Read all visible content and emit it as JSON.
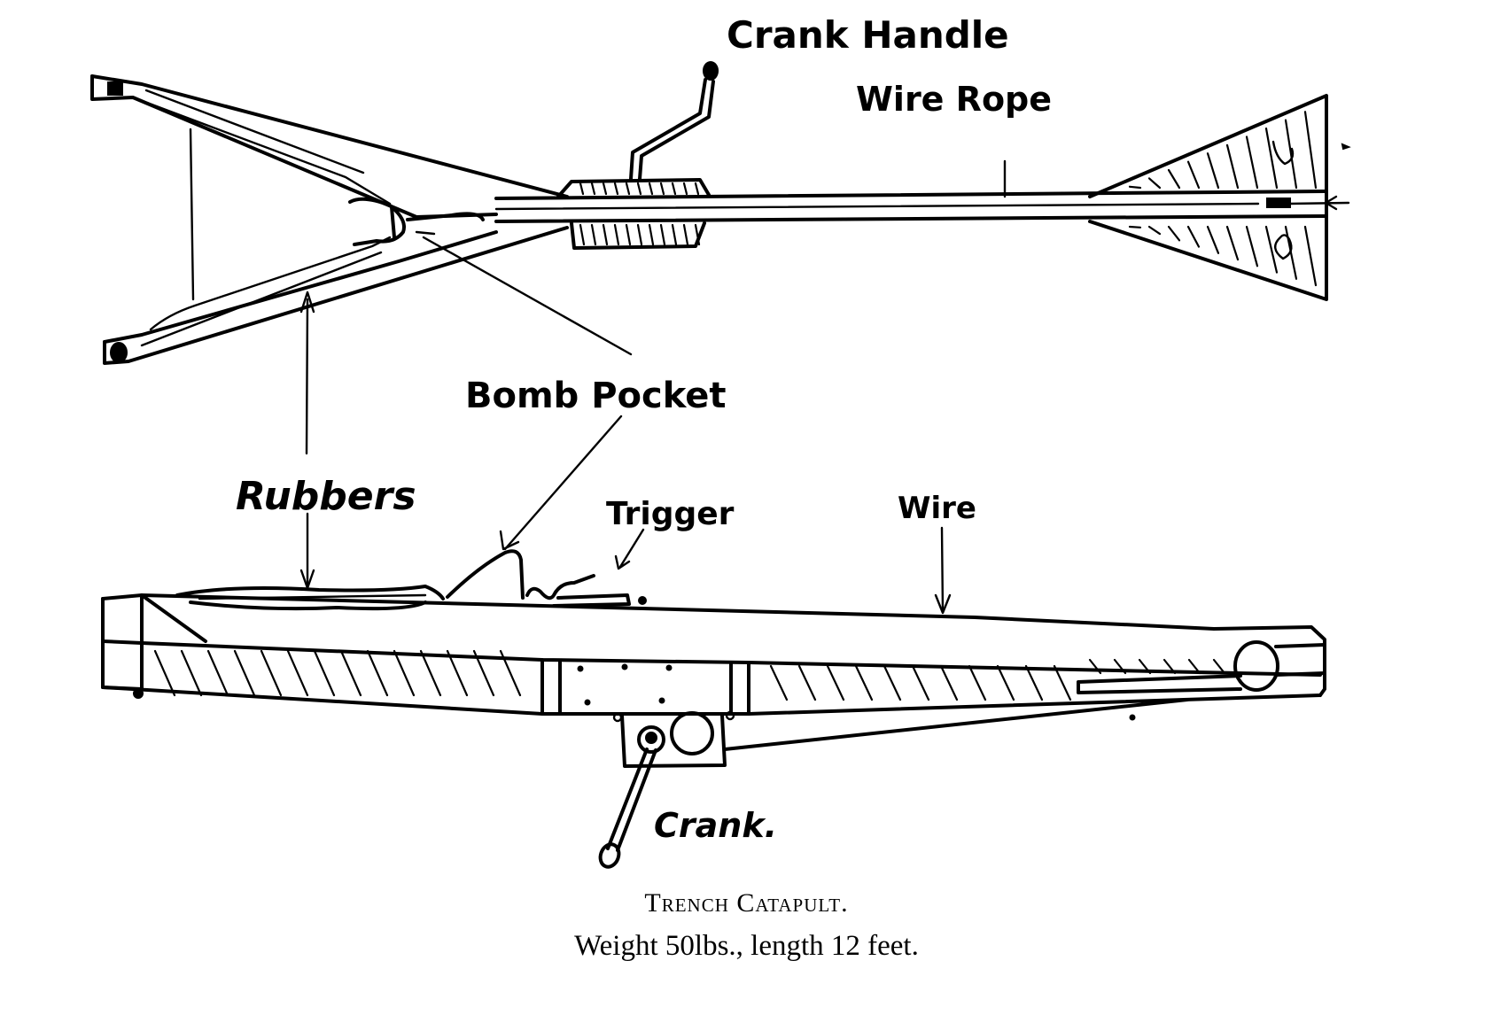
{
  "figure": {
    "title": "Trench Catapult.",
    "subtitle": "Weight 50lbs., length 12 feet.",
    "views": [
      "top-view",
      "side-view"
    ]
  },
  "labels": {
    "crank_handle": "Crank Handle",
    "wire_rope": "Wire Rope",
    "bomb_pocket": "Bomb Pocket",
    "rubbers": "Rubbers",
    "trigger": "Trigger",
    "wire": "Wire",
    "crank": "Crank."
  },
  "colors": {
    "ink": "#000000",
    "paper": "#ffffff"
  }
}
